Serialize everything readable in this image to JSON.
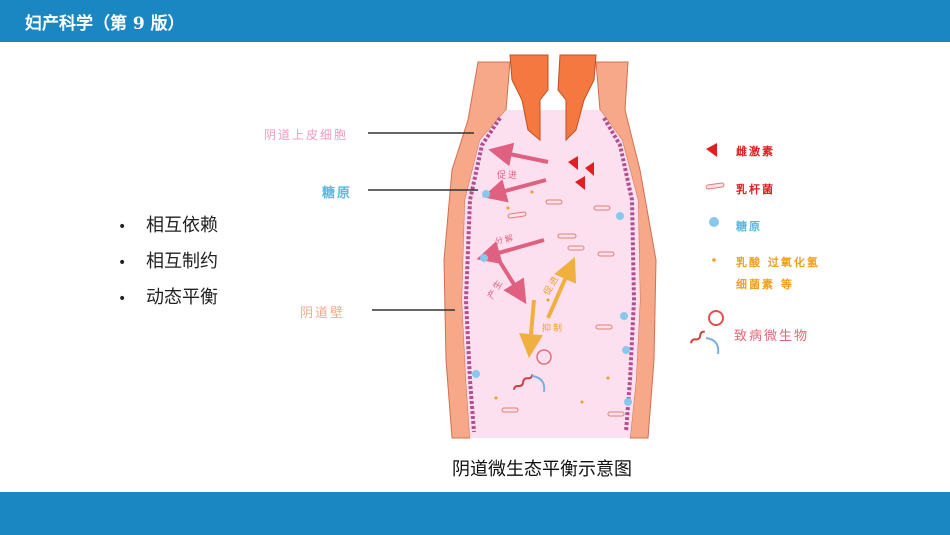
{
  "header": {
    "title": "妇产科学（第 9 版）"
  },
  "bullets": [
    "相互依赖",
    "相互制约",
    "动态平衡"
  ],
  "diagram": {
    "labels": {
      "epithelium": "阴道上皮细胞",
      "glycogen": "糖原",
      "wall": "阴道壁"
    },
    "inner_labels": {
      "promote1": "促进",
      "decompose": "分解",
      "produce": "产生",
      "promote2": "促进",
      "inhibit": "抑制"
    },
    "legend": [
      {
        "name": "estrogen",
        "label": "雌激素"
      },
      {
        "name": "lactobacillus",
        "label": "乳杆菌"
      },
      {
        "name": "glycogen",
        "label": "糖原"
      },
      {
        "name": "lactic-acid",
        "label": "乳酸  过氧化氢"
      },
      {
        "name": "bacteriocin",
        "label": "细菌素  等"
      },
      {
        "name": "pathogen",
        "label": "致病微生物"
      }
    ],
    "caption": "阴道微生态平衡示意图"
  },
  "colors": {
    "bar": "#1a86c2",
    "pink_text": "#f29ac4",
    "blue_text": "#5cb8e0",
    "wall_text": "#f4a890",
    "red": "#e02020",
    "orange": "#f0a020",
    "pathogen": "#e06878"
  }
}
